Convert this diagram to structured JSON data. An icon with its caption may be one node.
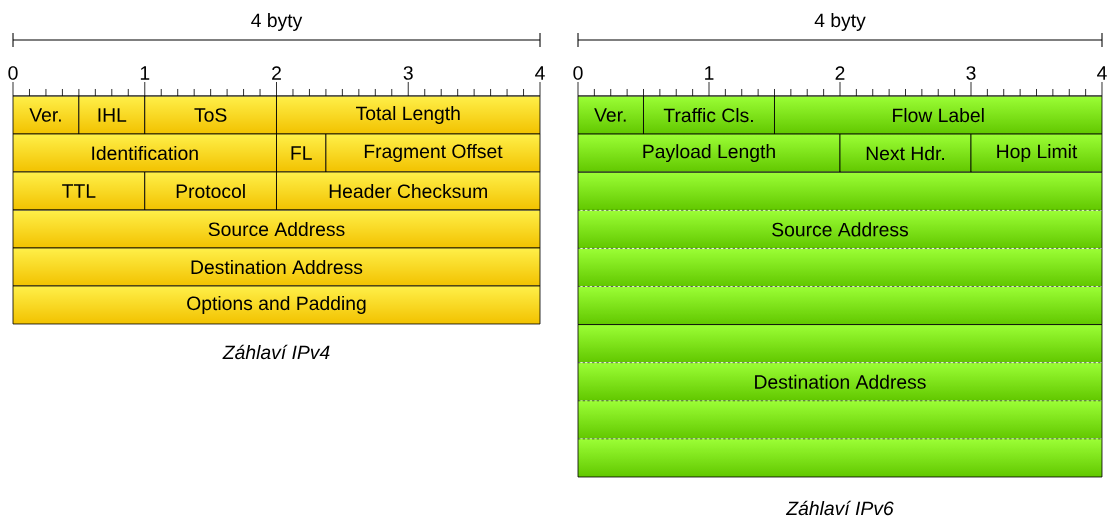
{
  "diagram": {
    "nodes": [
      {
        "text": [
          "Ver."
        ]
      },
      {
        "text": [
          "IHL"
        ]
      },
      {
        "text": [
          "ToS"
        ]
      },
      {
        "text": [
          "Total Length"
        ]
      },
      {
        "text": [
          "Identification"
        ]
      },
      {
        "text": [
          "FL"
        ]
      },
      {
        "text": [
          "Fragment Offset"
        ]
      },
      {
        "text": [
          "TTL"
        ]
      },
      {
        "text": [
          "Protocol"
        ]
      },
      {
        "text": [
          "Header Checksum"
        ]
      },
      {
        "text": [
          "Source Address"
        ]
      },
      {
        "text": [
          "Destination Address"
        ]
      },
      {
        "text": [
          "Options and Padding"
        ]
      },
      {
        "text": [
          "Ver."
        ]
      },
      {
        "text": [
          "Traffic Cls."
        ]
      },
      {
        "text": [
          "Flow Label"
        ]
      },
      {
        "text": [
          "Payload Length"
        ]
      },
      {
        "text": [
          "Next Hdr."
        ]
      },
      {
        "text": [
          "Hop Limit"
        ]
      },
      {
        "text": [
          "Source Address"
        ]
      },
      {
        "text": [
          "Destination Address"
        ]
      }
    ],
    "labels": [
      "4 byty",
      "0",
      "1",
      "2",
      "3",
      "4",
      "Záhlaví IPv4",
      "4 byty",
      "0",
      "1",
      "2",
      "3",
      "4",
      "Záhlaví IPv6"
    ]
  }
}
